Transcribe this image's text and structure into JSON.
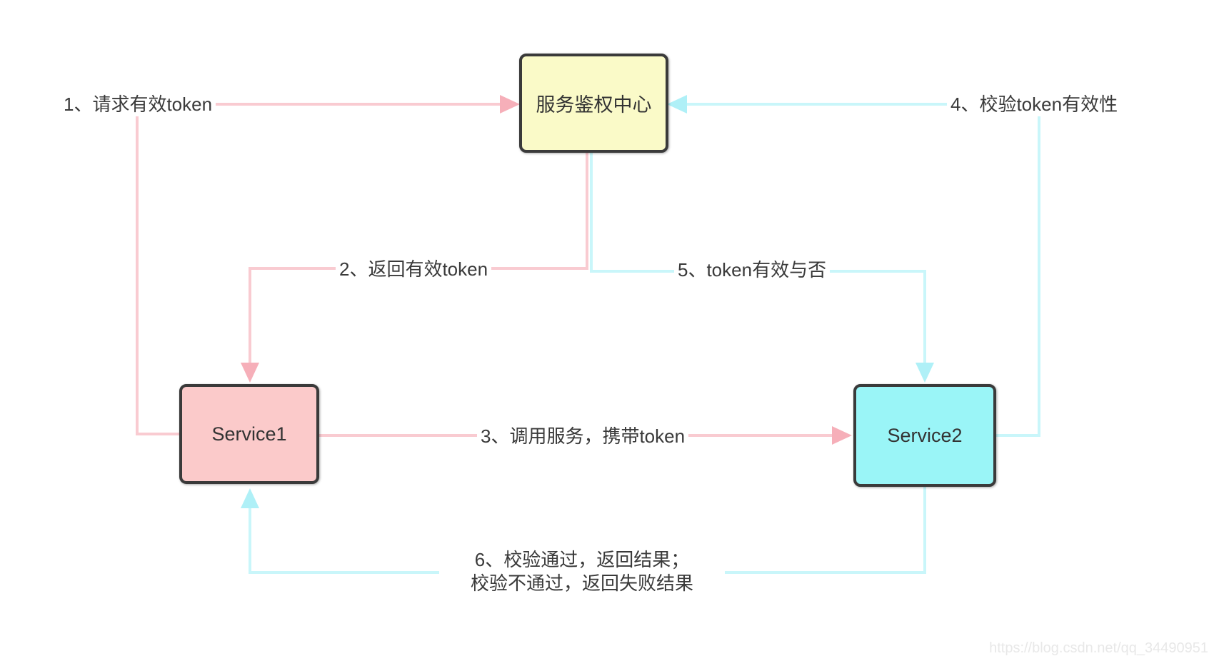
{
  "diagram": {
    "title_hint": "service token authentication flow",
    "nodes": {
      "auth_center": {
        "label": "服务鉴权中心",
        "fill": "#fafac8"
      },
      "service1": {
        "label": "Service1",
        "fill": "#fbcaca"
      },
      "service2": {
        "label": "Service2",
        "fill": "#9af5f7"
      }
    },
    "edges": {
      "e1": {
        "label": "1、请求有效token",
        "color": "#f9cbd1",
        "from": "service1",
        "to": "auth_center"
      },
      "e2": {
        "label": "2、返回有效token",
        "color": "#f9cbd1",
        "from": "auth_center",
        "to": "service1"
      },
      "e3": {
        "label": "3、调用服务，携带token",
        "color": "#f9cbd1",
        "from": "service1",
        "to": "service2"
      },
      "e4": {
        "label": "4、校验token有效性",
        "color": "#c9f6fa",
        "from": "service2",
        "to": "auth_center"
      },
      "e5": {
        "label": "5、token有效与否",
        "color": "#c9f6fa",
        "from": "auth_center",
        "to": "service2"
      },
      "e6": {
        "label_line1": "6、校验通过，返回结果；",
        "label_line2": "校验不通过，返回失败结果",
        "color": "#c9f6fa",
        "from": "service2",
        "to": "service1"
      }
    },
    "watermark": "https://blog.csdn.net/qq_34490951"
  }
}
